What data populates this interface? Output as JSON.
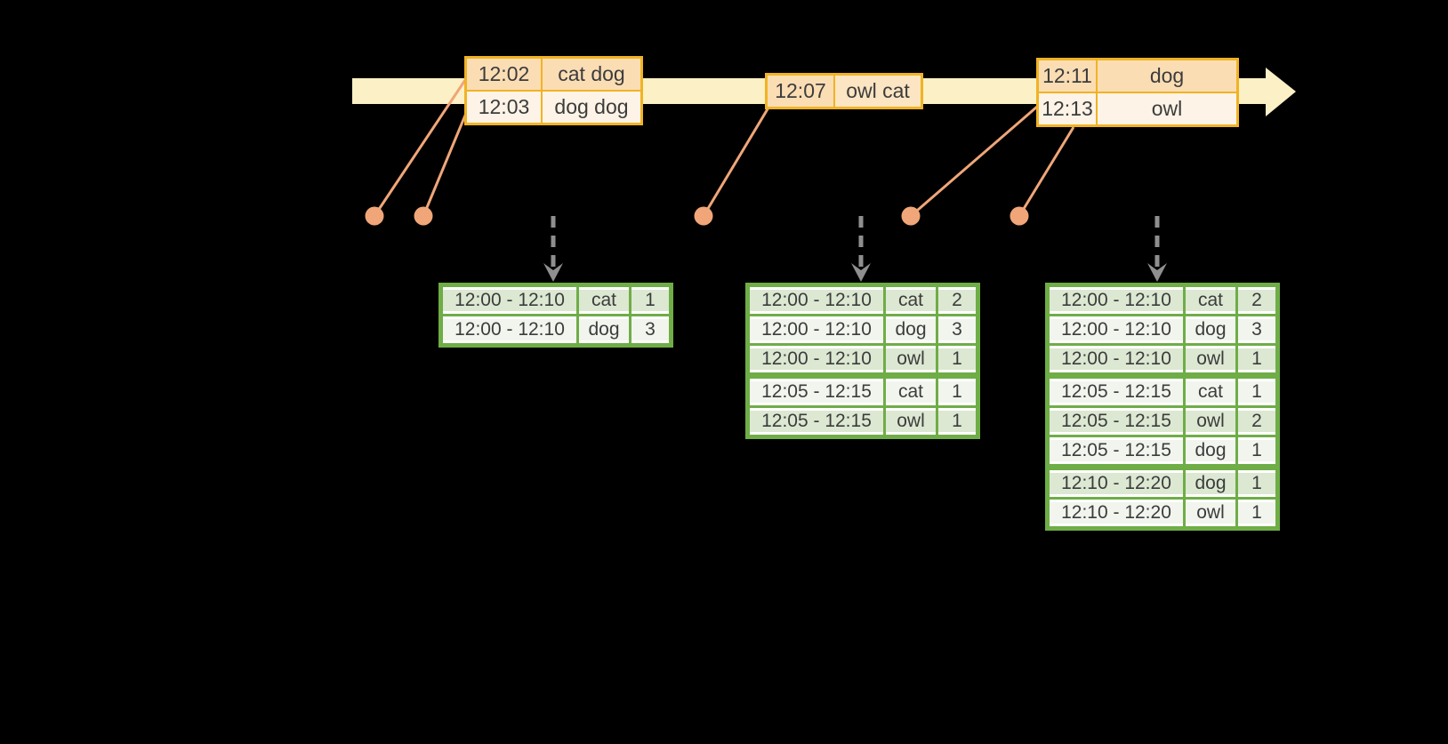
{
  "colors": {
    "background": "#000000",
    "timeline_band": "#fcf0c6",
    "event_border": "#f0b324",
    "event_row_peach": "#fbddb4",
    "event_row_cream": "#fdf3e6",
    "connector_salmon": "#f0a678",
    "trigger_arrow_gray": "#8f8f8f",
    "table_border_green": "#6fad47",
    "table_row_dark": "#dce8d2",
    "table_row_light": "#f1f5ee",
    "text": "#3c3c3c"
  },
  "timeline": {
    "event_boxes": [
      {
        "rows": [
          {
            "time": "12:02",
            "words": "cat dog"
          },
          {
            "time": "12:03",
            "words": "dog dog"
          }
        ]
      },
      {
        "rows": [
          {
            "time": "12:07",
            "words": "owl cat"
          }
        ]
      },
      {
        "rows": [
          {
            "time": "12:11",
            "words": "dog"
          },
          {
            "time": "12:13",
            "words": "owl"
          }
        ]
      }
    ]
  },
  "result_tables": [
    {
      "rows": [
        {
          "window": "12:00 - 12:10",
          "word": "cat",
          "count": "1"
        },
        {
          "window": "12:00 - 12:10",
          "word": "dog",
          "count": "3"
        }
      ]
    },
    {
      "rows": [
        {
          "window": "12:00 - 12:10",
          "word": "cat",
          "count": "2"
        },
        {
          "window": "12:00 - 12:10",
          "word": "dog",
          "count": "3"
        },
        {
          "window": "12:00 - 12:10",
          "word": "owl",
          "count": "1"
        },
        {
          "window": "12:05 - 12:15",
          "word": "cat",
          "count": "1"
        },
        {
          "window": "12:05 - 12:15",
          "word": "owl",
          "count": "1"
        }
      ]
    },
    {
      "rows": [
        {
          "window": "12:00 - 12:10",
          "word": "cat",
          "count": "2"
        },
        {
          "window": "12:00 - 12:10",
          "word": "dog",
          "count": "3"
        },
        {
          "window": "12:00 - 12:10",
          "word": "owl",
          "count": "1"
        },
        {
          "window": "12:05 - 12:15",
          "word": "cat",
          "count": "1"
        },
        {
          "window": "12:05 - 12:15",
          "word": "owl",
          "count": "2"
        },
        {
          "window": "12:05 - 12:15",
          "word": "dog",
          "count": "1"
        },
        {
          "window": "12:10 - 12:20",
          "word": "dog",
          "count": "1"
        },
        {
          "window": "12:10 - 12:20",
          "word": "owl",
          "count": "1"
        }
      ]
    }
  ]
}
